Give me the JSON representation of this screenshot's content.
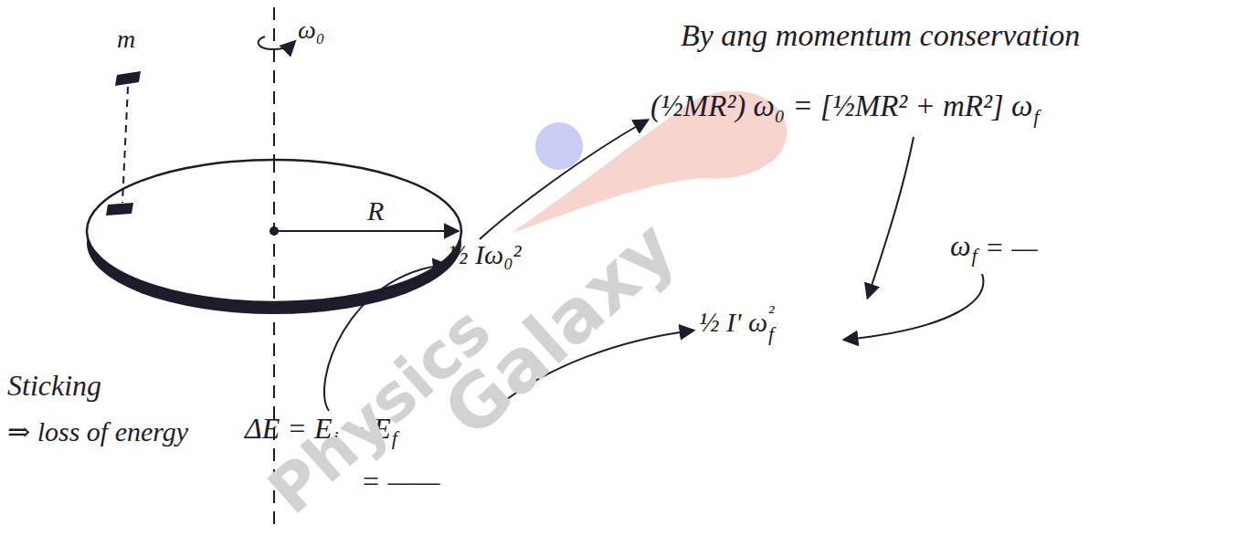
{
  "diagram": {
    "labels": [
      "m",
      "ω₀",
      "R",
      "By ang momentum conservation",
      "(½MR²) ω₀ = [½MR² + mR²] ω",
      "f",
      "ω",
      "f",
      "= —",
      "½ Iω₀²",
      "½ I' ω",
      "²",
      "f",
      "Sticking",
      "⇒ loss of energy",
      "ΔE = E",
      "i",
      "− E",
      "f",
      "= ——",
      "Physics",
      "Galaxy"
    ]
  }
}
